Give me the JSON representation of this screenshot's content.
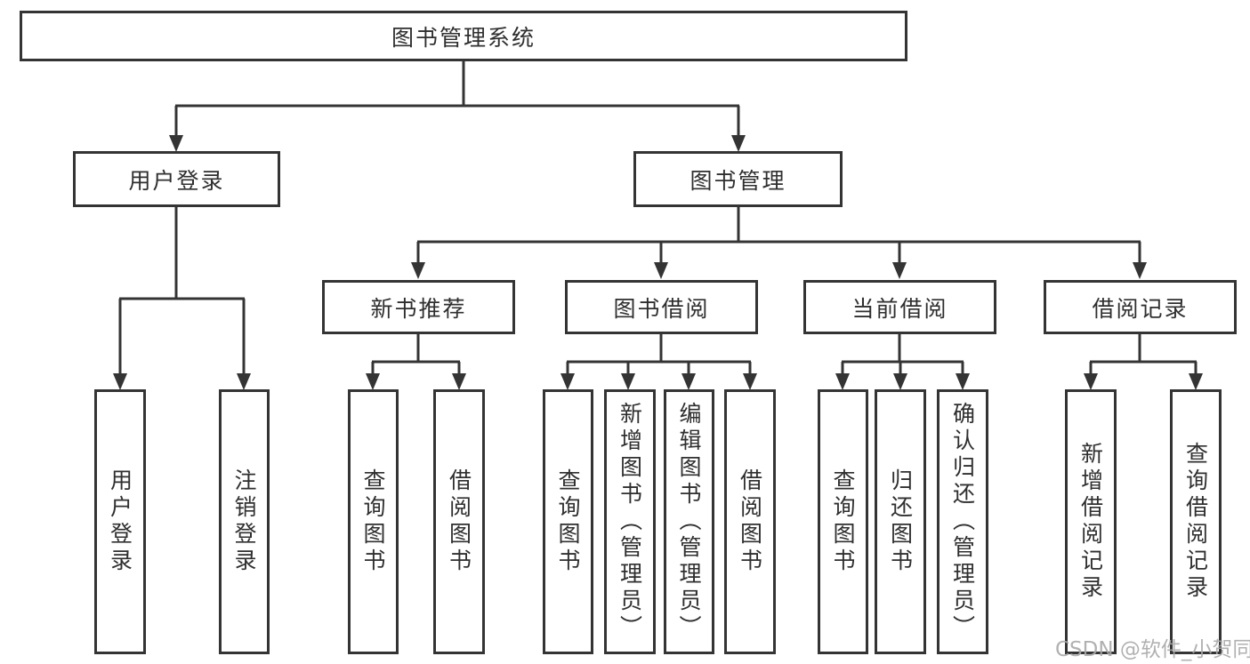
{
  "diagram_title": "图书管理系统",
  "nodes": {
    "root": "图书管理系统",
    "user_login": "用户登录",
    "book_mgmt": "图书管理",
    "new_book_rec": "新书推荐",
    "book_borrow": "图书借阅",
    "current_borrow": "当前借阅",
    "borrow_records": "借阅记录",
    "leaf_user_login": "用户登录",
    "leaf_logout": "注销登录",
    "leaf_rec_query_books": "查询图书",
    "leaf_rec_borrow_books": "借阅图书",
    "leaf_bb_query_books": "查询图书",
    "leaf_bb_add_books_admin": "新增图书（管理员）",
    "leaf_bb_edit_books_admin": "编辑图书（管理员）",
    "leaf_bb_borrow_books": "借阅图书",
    "leaf_cb_query_books": "查询图书",
    "leaf_cb_return_books": "归还图书",
    "leaf_cb_confirm_return_admin": "确认归还（管理员）",
    "leaf_br_add_record": "新增借阅记录",
    "leaf_br_query_record": "查询借阅记录"
  },
  "watermark": "CSDN @软件_小贺同学",
  "colors": {
    "line": "#343434",
    "text": "#2f2f2f",
    "background": "#ffffff",
    "watermark": "#a9a9a9"
  }
}
